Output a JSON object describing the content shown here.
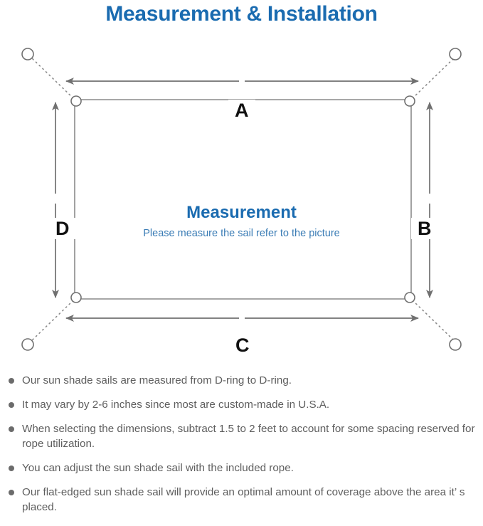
{
  "page": {
    "title": "Measurement & Installation",
    "title_color": "#1a6bb0"
  },
  "diagram": {
    "center": {
      "heading": "Measurement",
      "subheading": "Please measure the sail refer to the picture",
      "heading_color": "#1a6bb0",
      "subheading_color": "#3a7cb5"
    },
    "dimension_labels": [
      {
        "id": "a",
        "label": "A",
        "edge": "top"
      },
      {
        "id": "b",
        "label": "B",
        "edge": "right"
      },
      {
        "id": "c",
        "label": "C",
        "edge": "bottom"
      },
      {
        "id": "d",
        "label": "D",
        "edge": "left"
      }
    ],
    "sail": {
      "shape": "rounded-rectangle",
      "stroke_color": "#8a8a8a"
    },
    "d_rings": [
      {
        "corner": "top-left"
      },
      {
        "corner": "top-right"
      },
      {
        "corner": "bottom-left"
      },
      {
        "corner": "bottom-right"
      }
    ],
    "anchor_points": [
      {
        "corner": "top-left"
      },
      {
        "corner": "top-right"
      },
      {
        "corner": "bottom-left"
      },
      {
        "corner": "bottom-right"
      }
    ],
    "rope_style": "dotted",
    "arrow_color": "#707070"
  },
  "notes": [
    "Our sun shade sails are measured from D-ring to D-ring.",
    "It may vary by 2-6 inches since most are custom-made in U.S.A.",
    "When selecting the dimensions, subtract 1.5 to 2 feet to account for some spacing reserved for rope utilization.",
    "You can adjust the sun shade sail with the included rope.",
    "Our flat-edged sun shade sail will provide an optimal amount of coverage above the area it’   s placed."
  ]
}
